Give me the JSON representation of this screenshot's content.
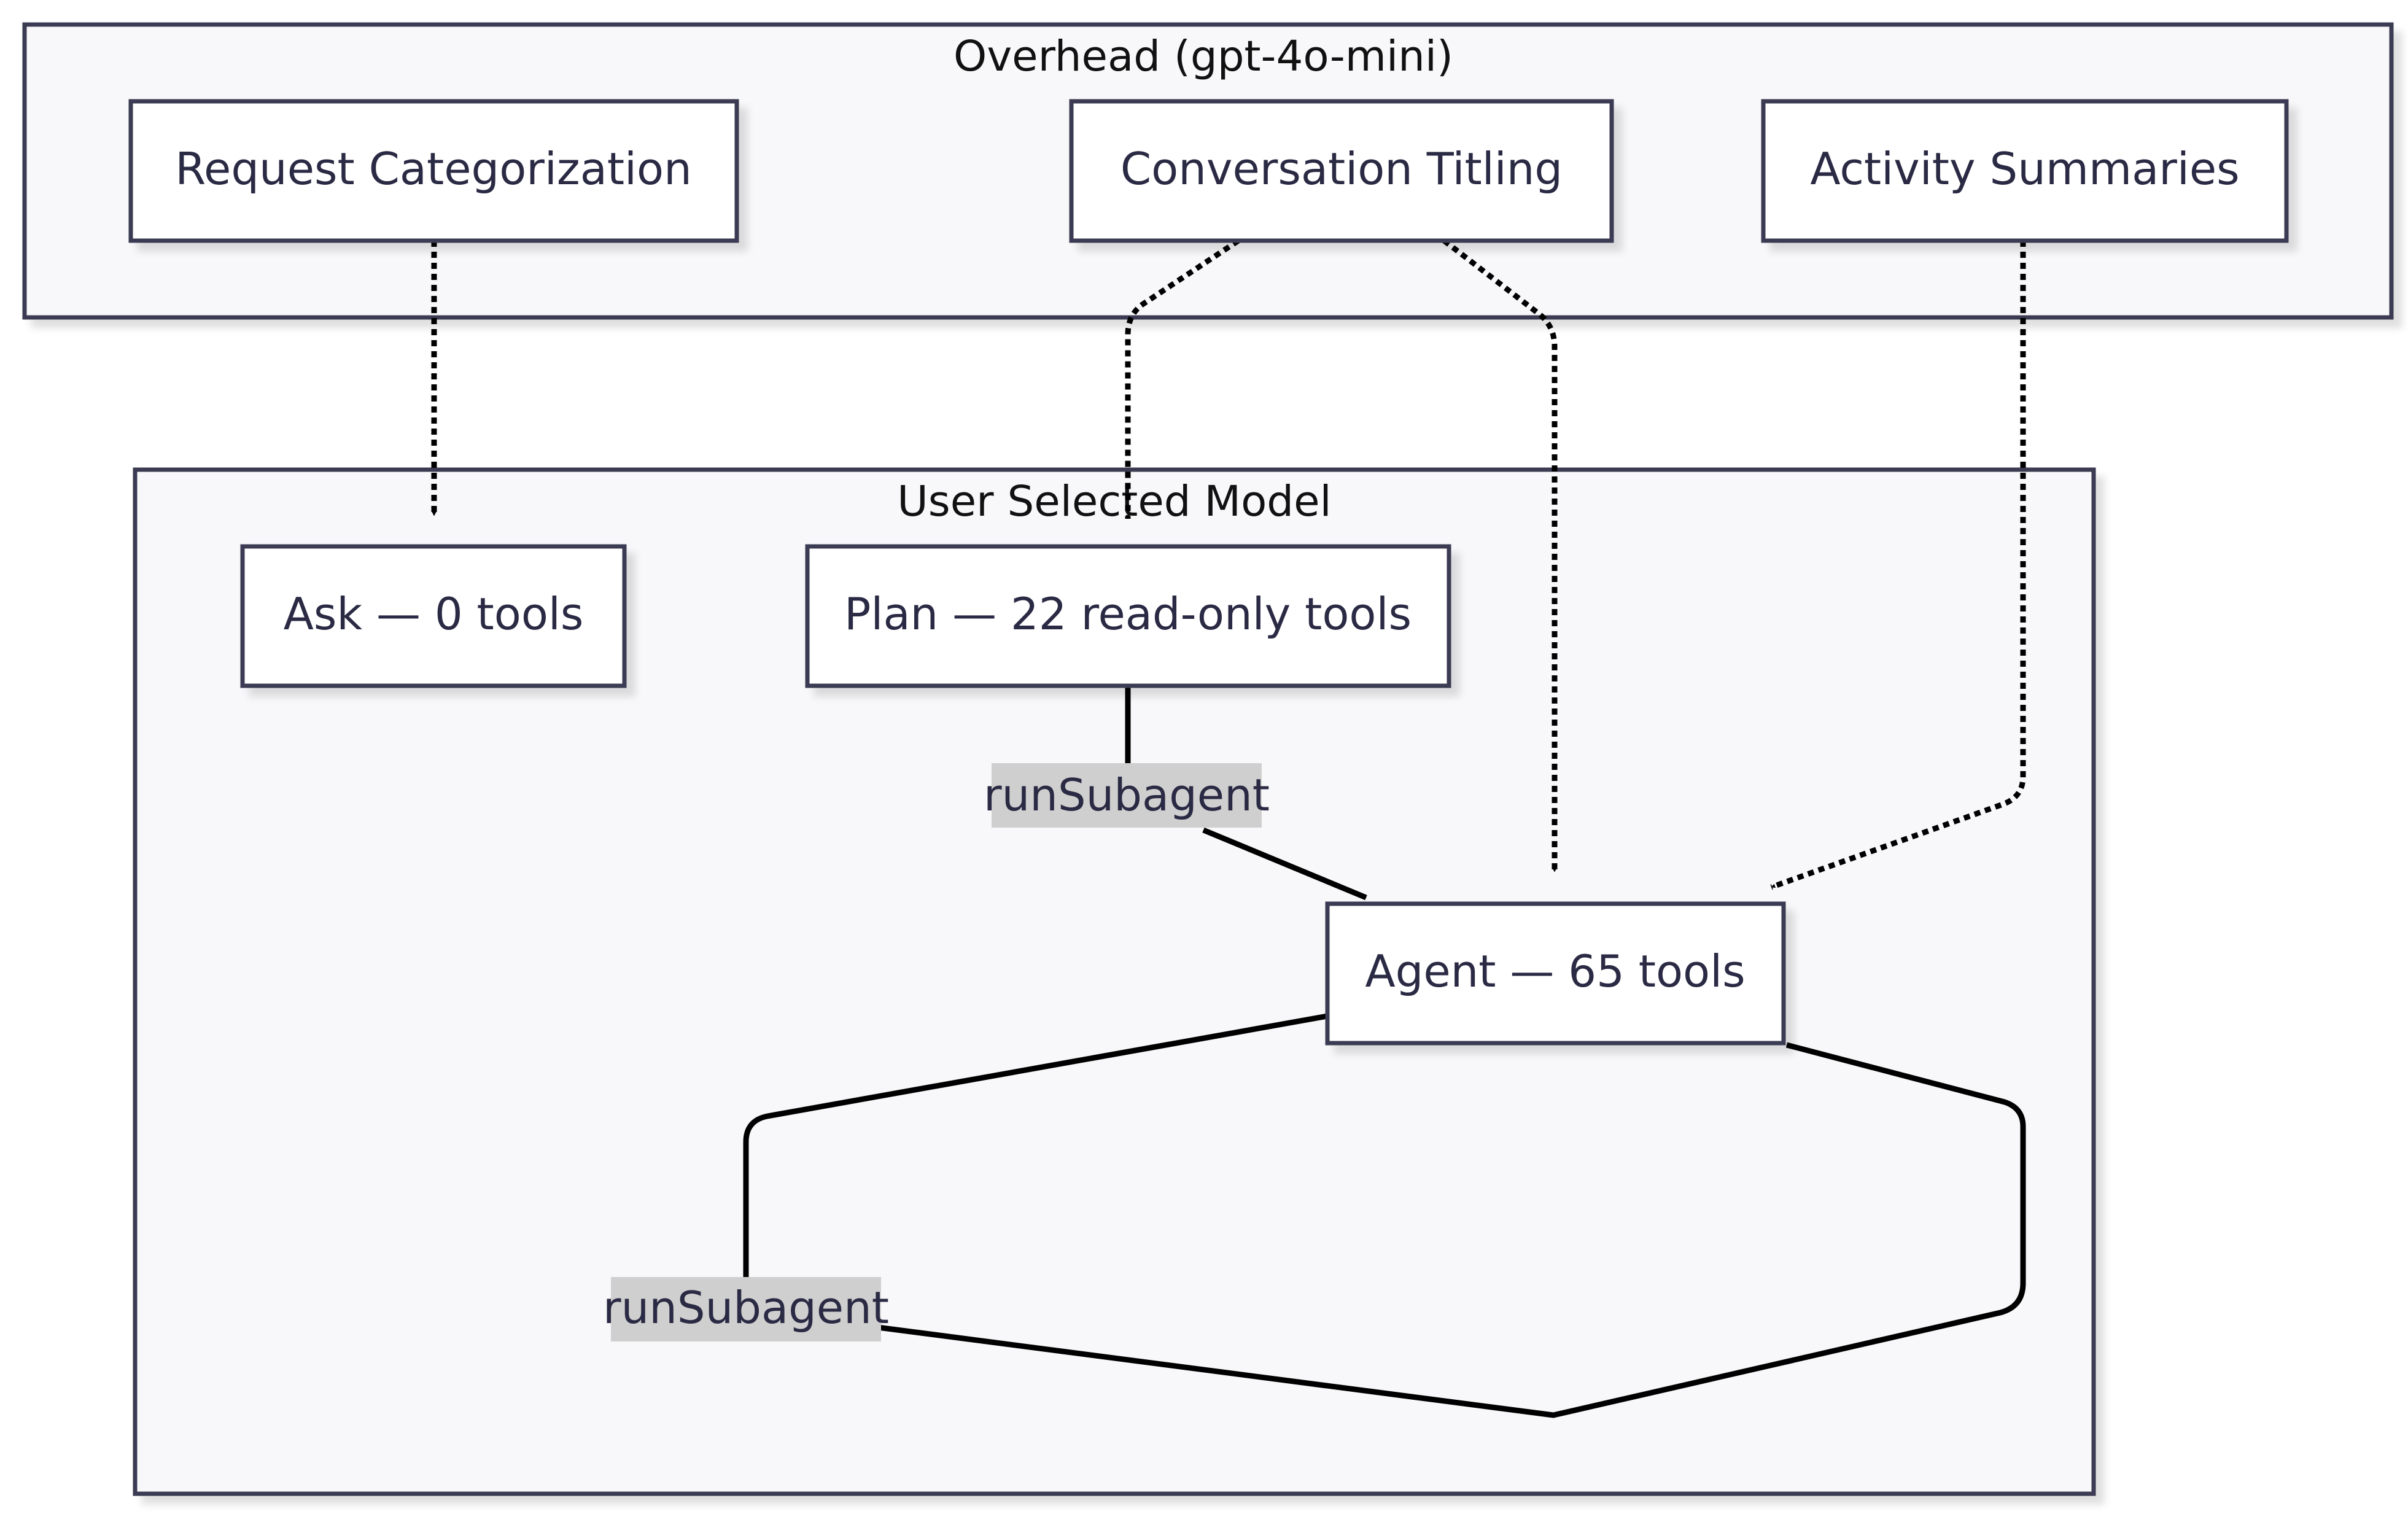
{
  "clusters": {
    "overhead": {
      "title": "Overhead (gpt-4o-mini)"
    },
    "user_selected": {
      "title": "User Selected Model"
    }
  },
  "nodes": {
    "request_categorization": "Request Categorization",
    "conversation_titling": "Conversation Titling",
    "activity_summaries": "Activity Summaries",
    "ask": "Ask — 0 tools",
    "plan": "Plan — 22 read-only tools",
    "agent": "Agent — 65 tools"
  },
  "edges": {
    "plan_to_agent_label": "runSubagent",
    "agent_self_label": "runSubagent"
  },
  "colors": {
    "cluster_fill": "#f8f8fa",
    "cluster_border": "#3a3a52",
    "node_fill": "#ffffff",
    "node_border": "#3a3a52",
    "edge": "#000000",
    "edge_label_bg": "#cfcfcf"
  }
}
